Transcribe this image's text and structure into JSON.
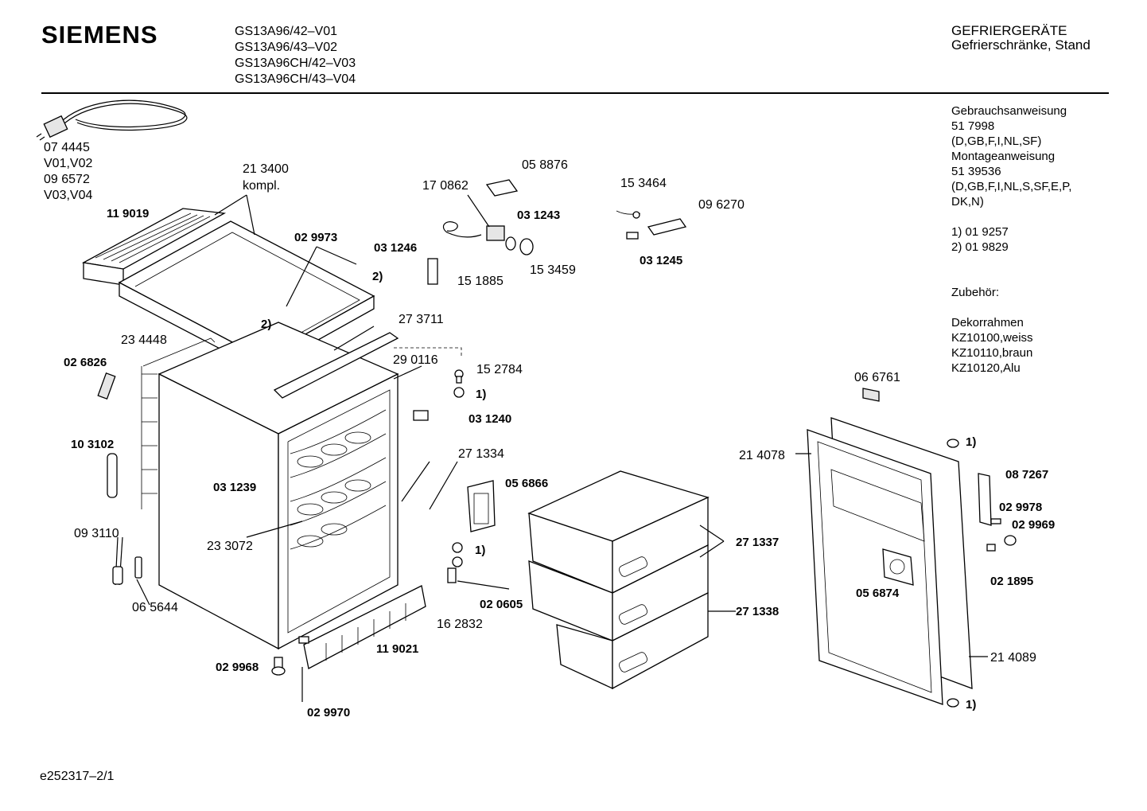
{
  "header": {
    "brand": "SIEMENS",
    "models": [
      "GS13A96/42–V01",
      "GS13A96/43–V02",
      "GS13A96CH/42–V03",
      "GS13A96CH/43–V04"
    ],
    "category_line1": "GEFRIERGERÄTE",
    "category_line2": "Gefrierschränke, Stand"
  },
  "side_notes": {
    "lines": [
      "Gebrauchsanweisung",
      "51 7998",
      "(D,GB,F,I,NL,SF)",
      "Montageanweisung",
      "51 39536",
      "(D,GB,F,I,NL,S,SF,E,P,",
      "DK,N)",
      "",
      "1)  01 9257",
      "2)  01 9829",
      "",
      "",
      "Zubehör:",
      "",
      "Dekorrahmen",
      "KZ10100,weiss",
      "KZ10110,braun",
      "KZ10120,Alu"
    ]
  },
  "parts": {
    "p074445": "07 4445",
    "v01v02": "V01,V02",
    "p096572": "09 6572",
    "v03v04": "V03,V04",
    "p119019": "11 9019",
    "p213400": "21 3400",
    "kompl": "kompl.",
    "p029973": "02 9973",
    "fn2a": "2)",
    "fn2b": "2)",
    "p031246": "03 1246",
    "p170862": "17 0862",
    "p058876": "05 8876",
    "p031243": "03 1243",
    "p151885": "15 1885",
    "p153459": "15 3459",
    "p153464": "15 3464",
    "p096270": "09 6270",
    "p031245": "03 1245",
    "p273711": "27 3711",
    "p234448": "23 4448",
    "p026826": "02 6826",
    "p290116": "29 0116",
    "p152784": "15 2784",
    "fn1a": "1)",
    "p031240": "03 1240",
    "p103102": "10 3102",
    "p271334": "27 1334",
    "p031239": "03 1239",
    "p056866": "05 6866",
    "p093110": "09 3110",
    "p233072": "23 3072",
    "fn1b": "1)",
    "p020605": "02 0605",
    "p162832": "16 2832",
    "p065644": "06 5644",
    "p119021": "11 9021",
    "p029968": "02 9968",
    "p029970": "02 9970",
    "p271337": "27 1337",
    "p271338": "27 1338",
    "p066761": "06 6761",
    "p214078": "21 4078",
    "fn1c": "1)",
    "p087267": "08 7267",
    "p029978": "02 9978",
    "p029969": "02 9969",
    "p021895": "02 1895",
    "p056874": "05 6874",
    "p214089": "21 4089",
    "fn1d": "1)"
  },
  "footer": {
    "doc_id": "e252317–2/1"
  }
}
